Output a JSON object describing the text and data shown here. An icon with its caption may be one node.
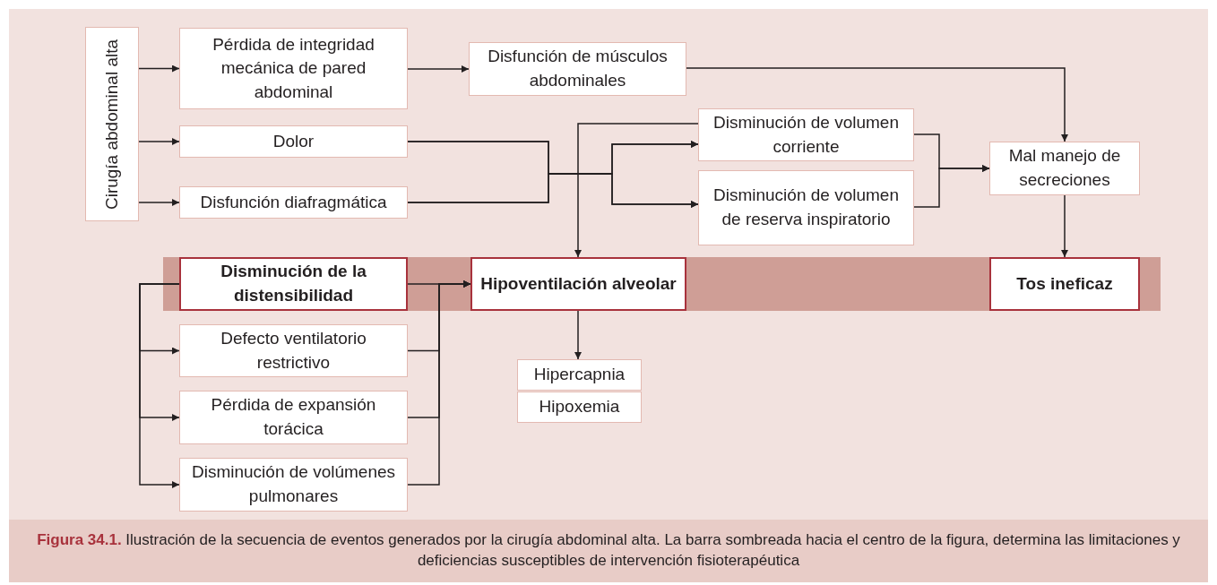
{
  "diagram": {
    "caption": "**Figura 34.1.** Ilustración de la secuencia de eventos generados por la cirugía abdominal alta. La barra sombreada hacia el centro de la figura, determina las limitaciones y deficiencias susceptibles de intervención fisioterapéutica",
    "nodes": [
      {
        "text": [
          "Cirugía abdominal alta"
        ]
      },
      {
        "text": [
          "Pérdida de integridad mecánica de pared abdominal"
        ]
      },
      {
        "text": [
          "Dolor"
        ]
      },
      {
        "text": [
          "Disfunción diafragmática"
        ]
      },
      {
        "text": [
          "Disfunción de músculos abdominales"
        ]
      },
      {
        "text": [
          "Disminución de volumen corriente"
        ]
      },
      {
        "text": [
          "Disminución de volumen de reserva inspiratorio"
        ]
      },
      {
        "text": [
          "Mal manejo de secreciones"
        ]
      },
      {
        "text": [],
        "shape": "bar"
      },
      {
        "text": [
          "Disminución de la distensibilidad"
        ],
        "in": 8
      },
      {
        "text": [
          "Hipoventilación alveolar"
        ],
        "in": 8
      },
      {
        "text": [
          "Tos ineficaz"
        ],
        "in": 8
      },
      {
        "text": [
          "Defecto ventilatorio restrictivo"
        ]
      },
      {
        "text": [
          "Pérdida de expansión torácica"
        ]
      },
      {
        "text": [
          "Disminución de volúmenes pulmonares"
        ]
      },
      {
        "text": [
          "Hipercapnia"
        ]
      },
      {
        "text": [
          "Hipoxemia"
        ]
      }
    ],
    "edges": [
      {
        "from": 0,
        "to": 1,
        "arrow": "to"
      },
      {
        "from": 0,
        "to": 2,
        "arrow": "to"
      },
      {
        "from": 0,
        "to": 3,
        "arrow": "to"
      },
      {
        "from": 1,
        "to": 4,
        "arrow": "to"
      },
      {
        "from": 4,
        "to": 7,
        "arrow": "to"
      },
      {
        "from": 2,
        "to": 5,
        "arrow": "to"
      },
      {
        "from": 2,
        "to": 6,
        "arrow": "to"
      },
      {
        "from": 3,
        "to": 5,
        "arrow": "to"
      },
      {
        "from": 3,
        "to": 6,
        "arrow": "to"
      },
      {
        "from": 5,
        "to": 10,
        "arrow": "to"
      },
      {
        "from": 5,
        "to": 7,
        "arrow": "to"
      },
      {
        "from": 6,
        "to": 7,
        "arrow": "to"
      },
      {
        "from": 7,
        "to": 11,
        "arrow": "to"
      },
      {
        "from": 9,
        "to": 12,
        "arrow": "to"
      },
      {
        "from": 9,
        "to": 13,
        "arrow": "to"
      },
      {
        "from": 9,
        "to": 14,
        "arrow": "to"
      },
      {
        "from": 9,
        "to": 10,
        "arrow": "to"
      },
      {
        "from": 12,
        "to": 10,
        "arrow": "to"
      },
      {
        "from": 13,
        "to": 10,
        "arrow": "to"
      },
      {
        "from": 14,
        "to": 10,
        "arrow": "to"
      },
      {
        "from": 10,
        "to": 15,
        "arrow": "to"
      }
    ]
  }
}
